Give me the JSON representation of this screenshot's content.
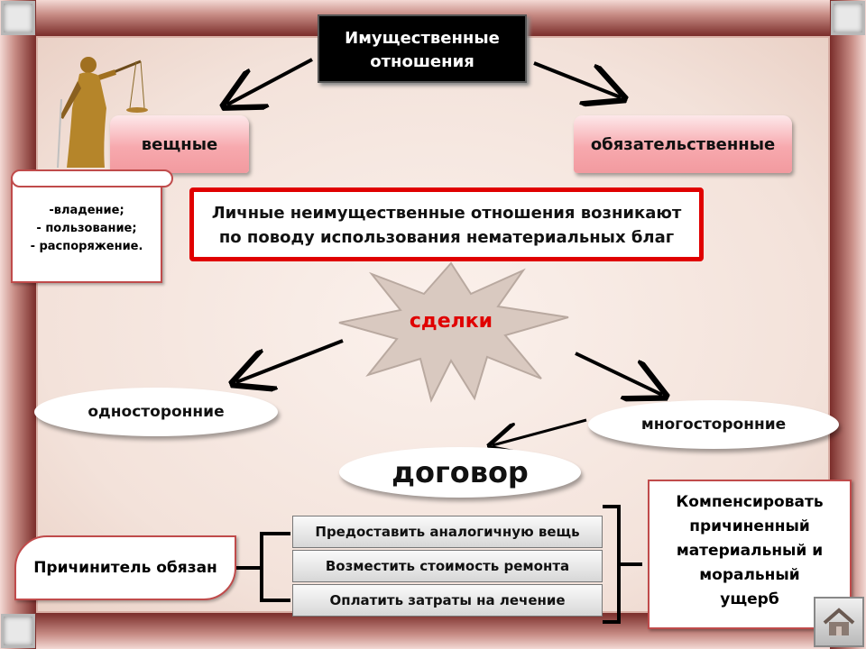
{
  "top_box": {
    "label": "Имущественные\nотношения"
  },
  "property": {
    "label": "вещные"
  },
  "obligation": {
    "label": "обязательственные"
  },
  "rights_list": {
    "items": [
      "-владение;",
      "- пользование;",
      "- распоряжение."
    ]
  },
  "banner": {
    "line1": "Личные неимущественные отношения возникают",
    "line2": "по поводу использования нематериальных благ"
  },
  "deals": {
    "label": "сделки"
  },
  "unilateral": {
    "label": "односторонние"
  },
  "multilateral": {
    "label": "многосторонние"
  },
  "contract": {
    "label": "договор"
  },
  "offender": {
    "label": "Причинитель обязан"
  },
  "duties": {
    "items": [
      "Предоставить аналогичную вещь",
      "Возместить стоимость ремонта",
      "Оплатить затраты на лечение"
    ]
  },
  "compensation": {
    "label": "Компенсировать\nпричиненный\nматериальный и\nморальный\nущерб"
  },
  "icons": {
    "home": "home-icon",
    "justice": "justice-statue-icon"
  },
  "colors": {
    "accent_red": "#e00000",
    "pink": "#f7a9ae",
    "frame": "#7a2d2a"
  }
}
